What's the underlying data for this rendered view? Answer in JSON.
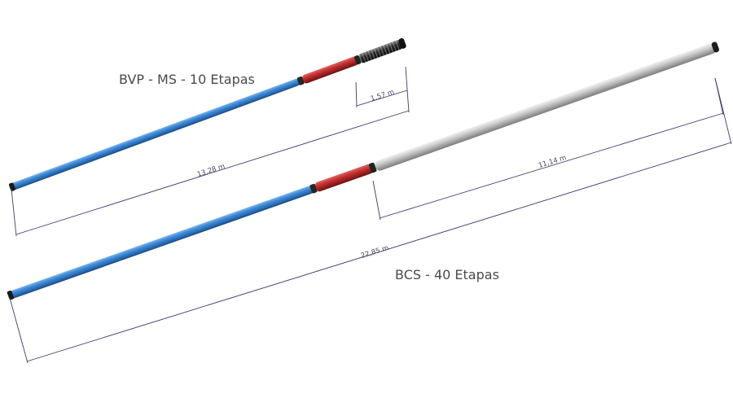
{
  "assemblies": [
    {
      "title": "BVP - MS - 10 Etapas",
      "dimensions": [
        {
          "label": "13,28 m",
          "value_m": 13.28
        },
        {
          "label": "1,57 m",
          "value_m": 1.57
        }
      ],
      "segment_colors": {
        "pump": "#2f7fcd",
        "motor": "#b32626",
        "head": "#2a2a2a"
      }
    },
    {
      "title": "BCS - 40 Etapas",
      "dimensions": [
        {
          "label": "22,85 m",
          "value_m": 22.85
        },
        {
          "label": "11,14 m",
          "value_m": 11.14
        }
      ],
      "segment_colors": {
        "pump": "#2f7fcd",
        "motor": "#b32626",
        "seal": "#b8b8b8"
      }
    }
  ]
}
